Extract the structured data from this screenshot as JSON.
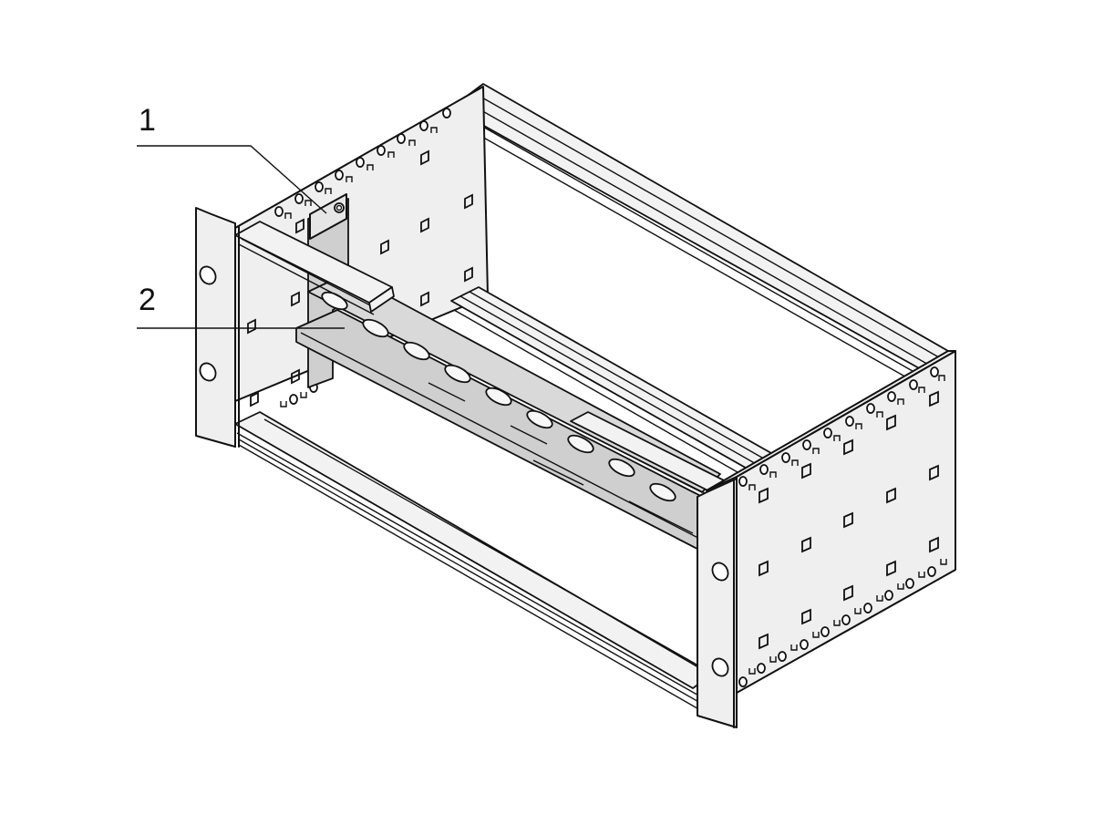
{
  "figure": {
    "subject": "19-inch subrack with DIN rail mounting",
    "background": "#ffffff",
    "line_color": "#111111",
    "panel_fill": "#efefef",
    "din_rail_fill": "#cfcfcf"
  },
  "callouts": [
    {
      "number": "1",
      "target": "mounting bracket"
    },
    {
      "number": "2",
      "target": "DIN rail"
    }
  ]
}
